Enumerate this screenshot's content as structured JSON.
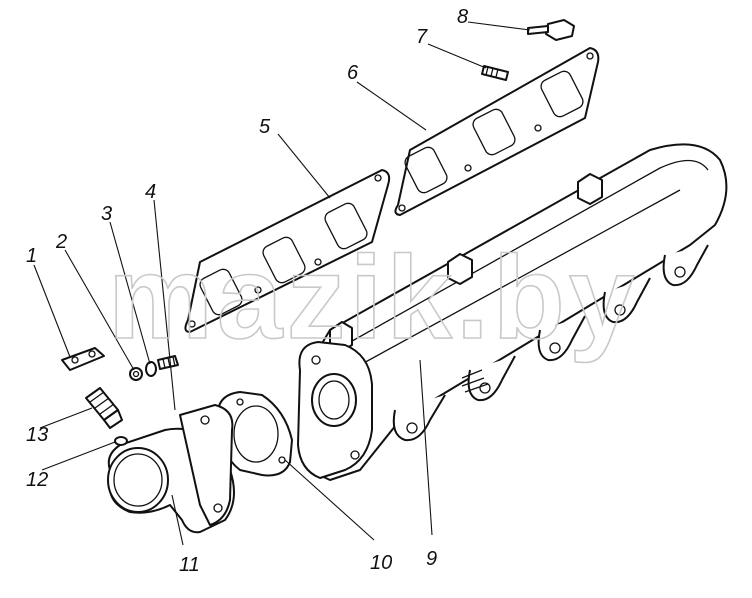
{
  "diagram": {
    "callouts": [
      {
        "id": "1",
        "label": "1"
      },
      {
        "id": "2",
        "label": "2"
      },
      {
        "id": "3",
        "label": "3"
      },
      {
        "id": "4",
        "label": "4"
      },
      {
        "id": "5",
        "label": "5"
      },
      {
        "id": "6",
        "label": "6"
      },
      {
        "id": "7",
        "label": "7"
      },
      {
        "id": "8",
        "label": "8"
      },
      {
        "id": "9",
        "label": "9"
      },
      {
        "id": "10",
        "label": "10"
      },
      {
        "id": "11",
        "label": "11"
      },
      {
        "id": "12",
        "label": "12"
      },
      {
        "id": "13",
        "label": "13"
      }
    ],
    "watermark": "mazik.by"
  }
}
